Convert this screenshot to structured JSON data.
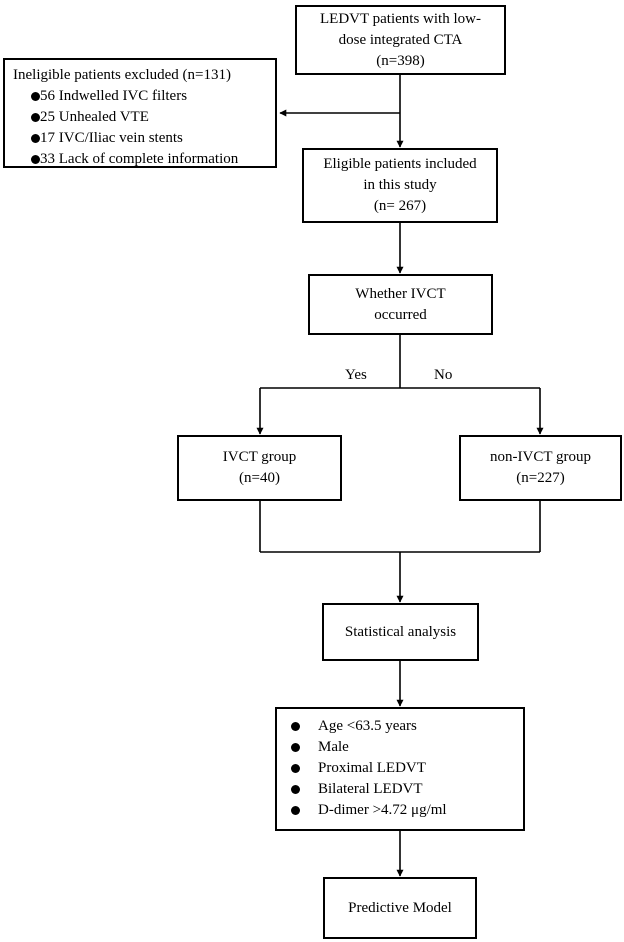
{
  "boxes": {
    "start": {
      "lines": [
        "LEDVT patients with  low-",
        "dose integrated CTA",
        "(n=398)"
      ]
    },
    "excluded": {
      "title": "Ineligible patients excluded (n=131)",
      "items": [
        "56 Indwelled IVC filters",
        "25 Unhealed VTE",
        "17 IVC/Iliac vein stents",
        "33 Lack of complete information"
      ]
    },
    "eligible": {
      "lines": [
        "Eligible patients included",
        "in this study",
        "(n= 267)"
      ]
    },
    "question": {
      "lines": [
        "Whether IVCT",
        "occurred"
      ]
    },
    "ivct_group": {
      "lines": [
        "IVCT group",
        "(n=40)"
      ]
    },
    "non_ivct_group": {
      "lines": [
        "non-IVCT group",
        "(n=227)"
      ]
    },
    "analysis": {
      "lines": [
        "Statistical analysis"
      ]
    },
    "factors": {
      "items": [
        "Age <63.5 years",
        "Male",
        "Proximal LEDVT",
        "Bilateral LEDVT",
        "D-dimer >4.72 μg/ml"
      ]
    },
    "model": {
      "lines": [
        "Predictive Model"
      ]
    }
  },
  "branch_labels": {
    "yes": "Yes",
    "no": "No"
  }
}
